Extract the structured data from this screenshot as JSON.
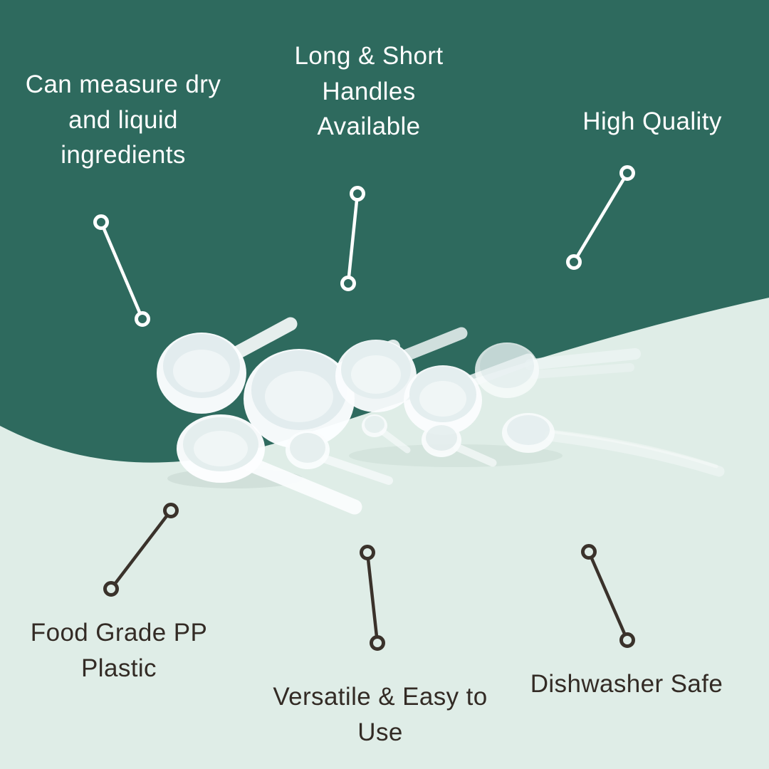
{
  "title": "Measuring scoops feature infographic",
  "colors": {
    "background_teal": "#2E6A5E",
    "background_mint": "#DFEDE7",
    "light_text": "#FFFFFF",
    "dark_text": "#332B25",
    "callout_light": "#FFFFFF",
    "callout_dark": "#3A322B",
    "scoop_white": "#FCFEFF"
  },
  "labels": {
    "top_left": "Can measure dry and liquid ingredients",
    "top_center": "Long & Short Handles Available",
    "top_right": "High Quality",
    "bottom_left": "Food Grade PP Plastic",
    "bottom_center": "Versatile & Easy to Use",
    "bottom_right": "Dishwasher Safe"
  },
  "product": {
    "name": "measuring-scoops"
  }
}
